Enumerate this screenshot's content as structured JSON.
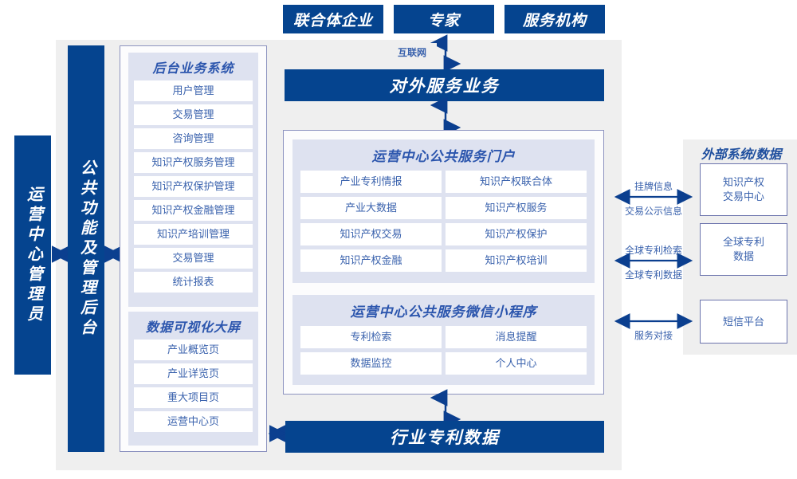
{
  "top_actors": [
    {
      "label": "联合体企业"
    },
    {
      "label": "专家"
    },
    {
      "label": "服务机构"
    }
  ],
  "internet_label": "互联网",
  "external_service_bar": "对外服务业务",
  "industry_patent_bar": "行业专利数据",
  "left_columns": [
    {
      "label": "运营中心管理员"
    },
    {
      "label": "公共功能及管理后台"
    }
  ],
  "backend_panel": {
    "title": "后台业务系统",
    "items": [
      "用户管理",
      "交易管理",
      "咨询管理",
      "知识产权服务管理",
      "知识产权保护管理",
      "知识产权金融管理",
      "知识产培训管理",
      "交易管理",
      "统计报表"
    ]
  },
  "dataviz_panel": {
    "title": "数据可视化大屏",
    "items": [
      "产业概览页",
      "产业详览页",
      "重大项目页",
      "运营中心页"
    ]
  },
  "portal_panel": {
    "title": "运营中心公共服务门户",
    "items": [
      "产业专利情报",
      "知识产权联合体",
      "产业大数据",
      "知识产权服务",
      "知识产权交易",
      "知识产权保护",
      "知识产权金融",
      "知识产权培训"
    ]
  },
  "miniprogram_panel": {
    "title": "运营中心公共服务微信小程序",
    "items": [
      "专利检索",
      "消息提醒",
      "数据监控",
      "个人中心"
    ]
  },
  "external_panel": {
    "title": "外部系统/数据",
    "boxes": [
      {
        "label": "知识产权\n交易中心"
      },
      {
        "label": "全球专利\n数据"
      },
      {
        "label": "短信平台"
      }
    ],
    "connectors": [
      {
        "above": "挂牌信息",
        "below": "交易公示信息"
      },
      {
        "above": "全球专利检索",
        "below": "全球专利数据"
      },
      {
        "above": "",
        "below": "服务对接"
      }
    ]
  },
  "colors": {
    "primary_blue": "#05448f",
    "panel_lavender": "#dee2f0",
    "frame_grey": "#efefef",
    "text_blue": "#3a62ad",
    "border_purple": "#8d93c0"
  }
}
